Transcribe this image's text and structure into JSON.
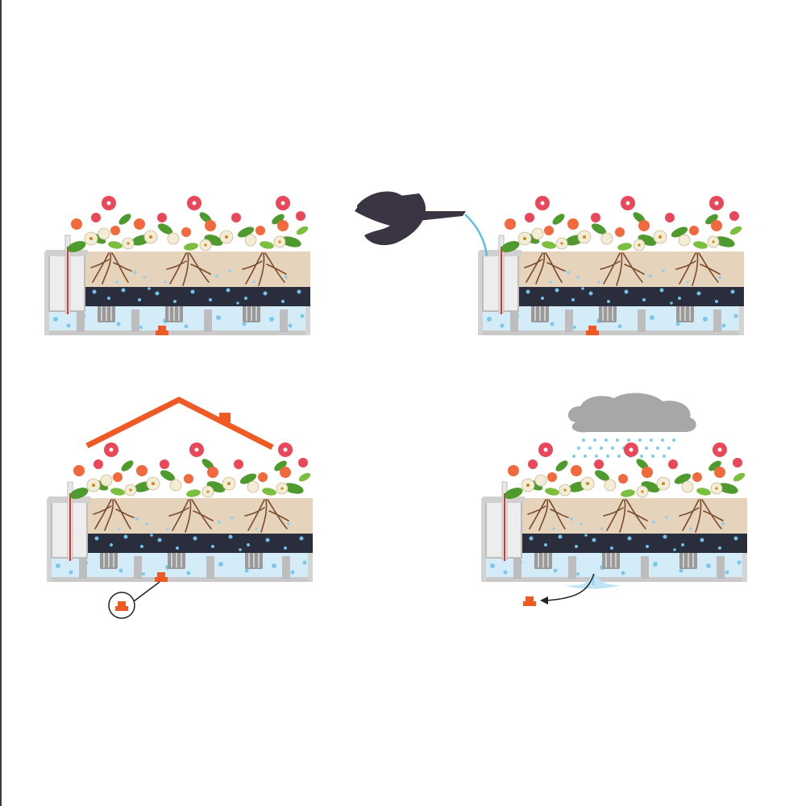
{
  "figure": {
    "panels": [
      {
        "id": "normal",
        "watering_can": false,
        "roof": false,
        "rain": false,
        "drain_plug": "in"
      },
      {
        "id": "watering",
        "watering_can": true,
        "roof": false,
        "rain": false,
        "drain_plug": "in"
      },
      {
        "id": "sheltered",
        "watering_can": false,
        "roof": true,
        "rain": false,
        "drain_plug": "in-callout"
      },
      {
        "id": "rain",
        "watering_can": false,
        "roof": false,
        "rain": true,
        "drain_plug": "removed"
      }
    ],
    "colors": {
      "soil": "#e7d5bf",
      "roots": "#7a4b2a",
      "granules": "#262a3a",
      "water": "#cfe9f6",
      "water_drops": "#6fc3ea",
      "container": "#d8d8d8",
      "indicator": "#e2312b",
      "plug": "#ef5a24",
      "roof": "#ef5a24",
      "cloud": "#a7a7a7",
      "watering_can": "#3b3442",
      "leaf": "#4f9a2e",
      "flower_red": "#e8485a",
      "flower_orange": "#f06a3d",
      "flower_cream": "#f3ecd6"
    },
    "icons": [
      "watering-can-icon",
      "roof-icon",
      "rain-cloud-icon",
      "drain-plug-icon",
      "arrow-icon"
    ]
  }
}
